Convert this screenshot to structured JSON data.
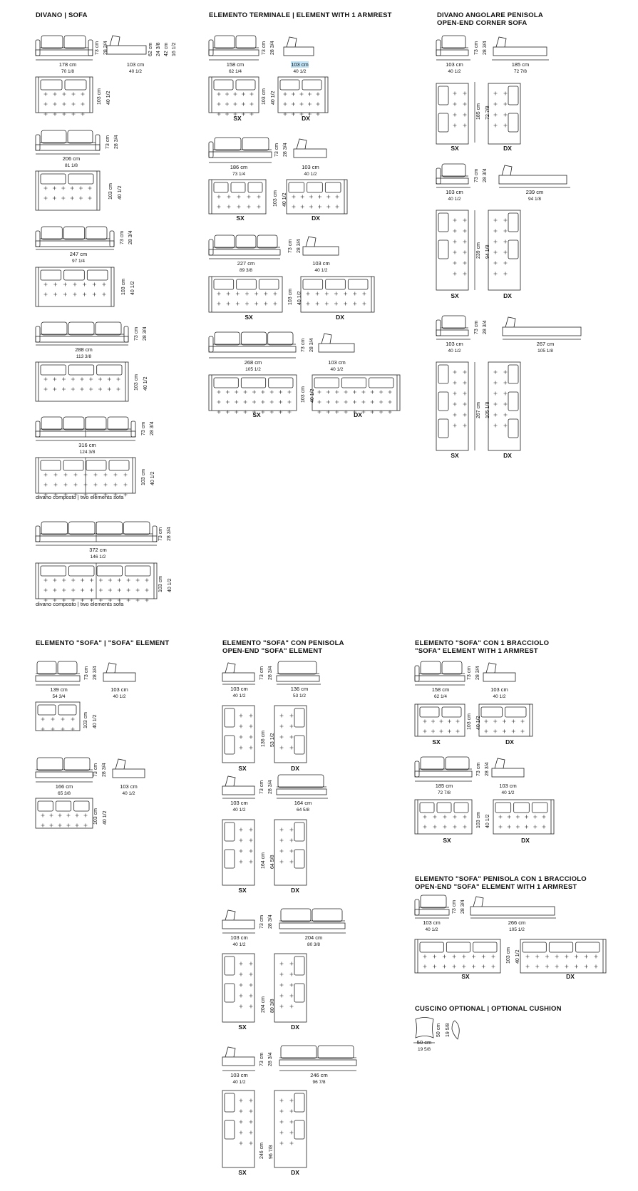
{
  "sections": {
    "sofa": {
      "title": "DIVANO | SOFA"
    },
    "one_armrest": {
      "title": "ELEMENTO TERMINALE | ELEMENT WITH 1 ARMREST"
    },
    "corner": {
      "title_1": "DIVANO ANGOLARE PENISOLA",
      "title_2": "OPEN-END CORNER SOFA"
    },
    "sofa_element": {
      "title": "ELEMENTO \"SOFA\" | \"SOFA\" ELEMENT"
    },
    "open_end_sofa": {
      "title_1": "ELEMENTO \"SOFA\" CON PENISOLA",
      "title_2": "OPEN-END \"SOFA\" ELEMENT"
    },
    "sofa_one_arm": {
      "title_1": "ELEMENTO \"SOFA\" CON 1 BRACCIOLO",
      "title_2": "\"SOFA\" ELEMENT WITH 1 ARMREST"
    },
    "open_end_one_arm": {
      "title_1": "ELEMENTO \"SOFA\" PENISOLA CON 1 BRACCIOLO",
      "title_2": "OPEN-END \"SOFA\" ELEMENT WITH 1 ARMREST"
    },
    "cushion": {
      "title": "CUSCINO OPTIONAL | OPTIONAL CUSHION"
    }
  },
  "common": {
    "height_cm": "73 cm",
    "height_in": "28 3/4",
    "depth_cm": "103 cm",
    "depth_in": "40 1/2",
    "seat_cm": "42 cm",
    "seat_in": "16 1/2",
    "back_cm": "62 cm",
    "back_in": "24 3/8",
    "left": "SX",
    "right": "DX"
  },
  "notes": {
    "two_elements": "divano composto | two elements sofa"
  },
  "sofa_widths": [
    {
      "cm": "178 cm",
      "in": "70 1/8"
    },
    {
      "cm": "206 cm",
      "in": "81 1/8"
    },
    {
      "cm": "247 cm",
      "in": "97 1/4"
    },
    {
      "cm": "288 cm",
      "in": "113 3/8"
    },
    {
      "cm": "316 cm",
      "in": "124 3/8"
    },
    {
      "cm": "372 cm",
      "in": "146 1/2"
    }
  ],
  "arm_widths": [
    {
      "cm": "158 cm",
      "in": "62 1/4"
    },
    {
      "cm": "186 cm",
      "in": "73 1/4"
    },
    {
      "cm": "227 cm",
      "in": "89 3/8"
    },
    {
      "cm": "268 cm",
      "in": "105 1/2"
    }
  ],
  "corner_widths": [
    {
      "cm": "185 cm",
      "in": "72 7/8"
    },
    {
      "cm": "239 cm",
      "in": "94 1/8"
    },
    {
      "cm": "267 cm",
      "in": "105 1/8"
    }
  ],
  "sofa_el_widths": [
    {
      "cm": "139 cm",
      "in": "54 3/4"
    },
    {
      "cm": "166 cm",
      "in": "65 3/8"
    }
  ],
  "open_end_widths": [
    {
      "cm": "136 cm",
      "in": "53 1/2"
    },
    {
      "cm": "164 cm",
      "in": "64 5/8"
    },
    {
      "cm": "204 cm",
      "in": "80 3/8"
    },
    {
      "cm": "246 cm",
      "in": "96 7/8"
    }
  ],
  "one_arm_widths": [
    {
      "cm": "158 cm",
      "in": "62 1/4"
    },
    {
      "cm": "185 cm",
      "in": "72 7/8"
    }
  ],
  "oe_one_arm_width": {
    "cm": "266 cm",
    "in": "105 1/2"
  },
  "cushion": {
    "size_cm": "50 cm",
    "size_in": "19 5/8"
  }
}
